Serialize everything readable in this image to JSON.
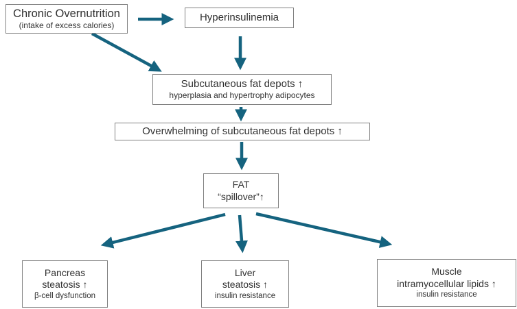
{
  "colors": {
    "arrow": "#15637f",
    "border": "#7f7f7f",
    "text": "#303030",
    "background": "#ffffff"
  },
  "nodes": {
    "chronic": {
      "title": "Chronic Overnutrition",
      "subtitle": "(intake of excess calories)"
    },
    "hyperinsulinemia": {
      "title": "Hyperinsulinemia"
    },
    "subcutaneous": {
      "title": "Subcutaneous fat depots ↑",
      "subtitle": "hyperplasia and hypertrophy adipocytes"
    },
    "overwhelming": {
      "title": "Overwhelming of subcutaneous fat depots ↑"
    },
    "fat_spillover": {
      "line1": "FAT",
      "line2": "“spillover”↑"
    },
    "pancreas": {
      "line1": "Pancreas",
      "line2": "steatosis ↑",
      "subtitle": "β-cell dysfunction"
    },
    "liver": {
      "line1": "Liver",
      "line2": "steatosis ↑",
      "subtitle": "insulin resistance"
    },
    "muscle": {
      "line1": "Muscle",
      "line2": "intramyocellular lipids ↑",
      "subtitle": "insulin resistance"
    }
  },
  "edges": [
    {
      "from": "chronic",
      "to": "hyperinsulinemia"
    },
    {
      "from": "chronic",
      "to": "subcutaneous"
    },
    {
      "from": "hyperinsulinemia",
      "to": "subcutaneous"
    },
    {
      "from": "subcutaneous",
      "to": "overwhelming"
    },
    {
      "from": "overwhelming",
      "to": "fat_spillover"
    },
    {
      "from": "fat_spillover",
      "to": "pancreas"
    },
    {
      "from": "fat_spillover",
      "to": "liver"
    },
    {
      "from": "fat_spillover",
      "to": "muscle"
    }
  ]
}
